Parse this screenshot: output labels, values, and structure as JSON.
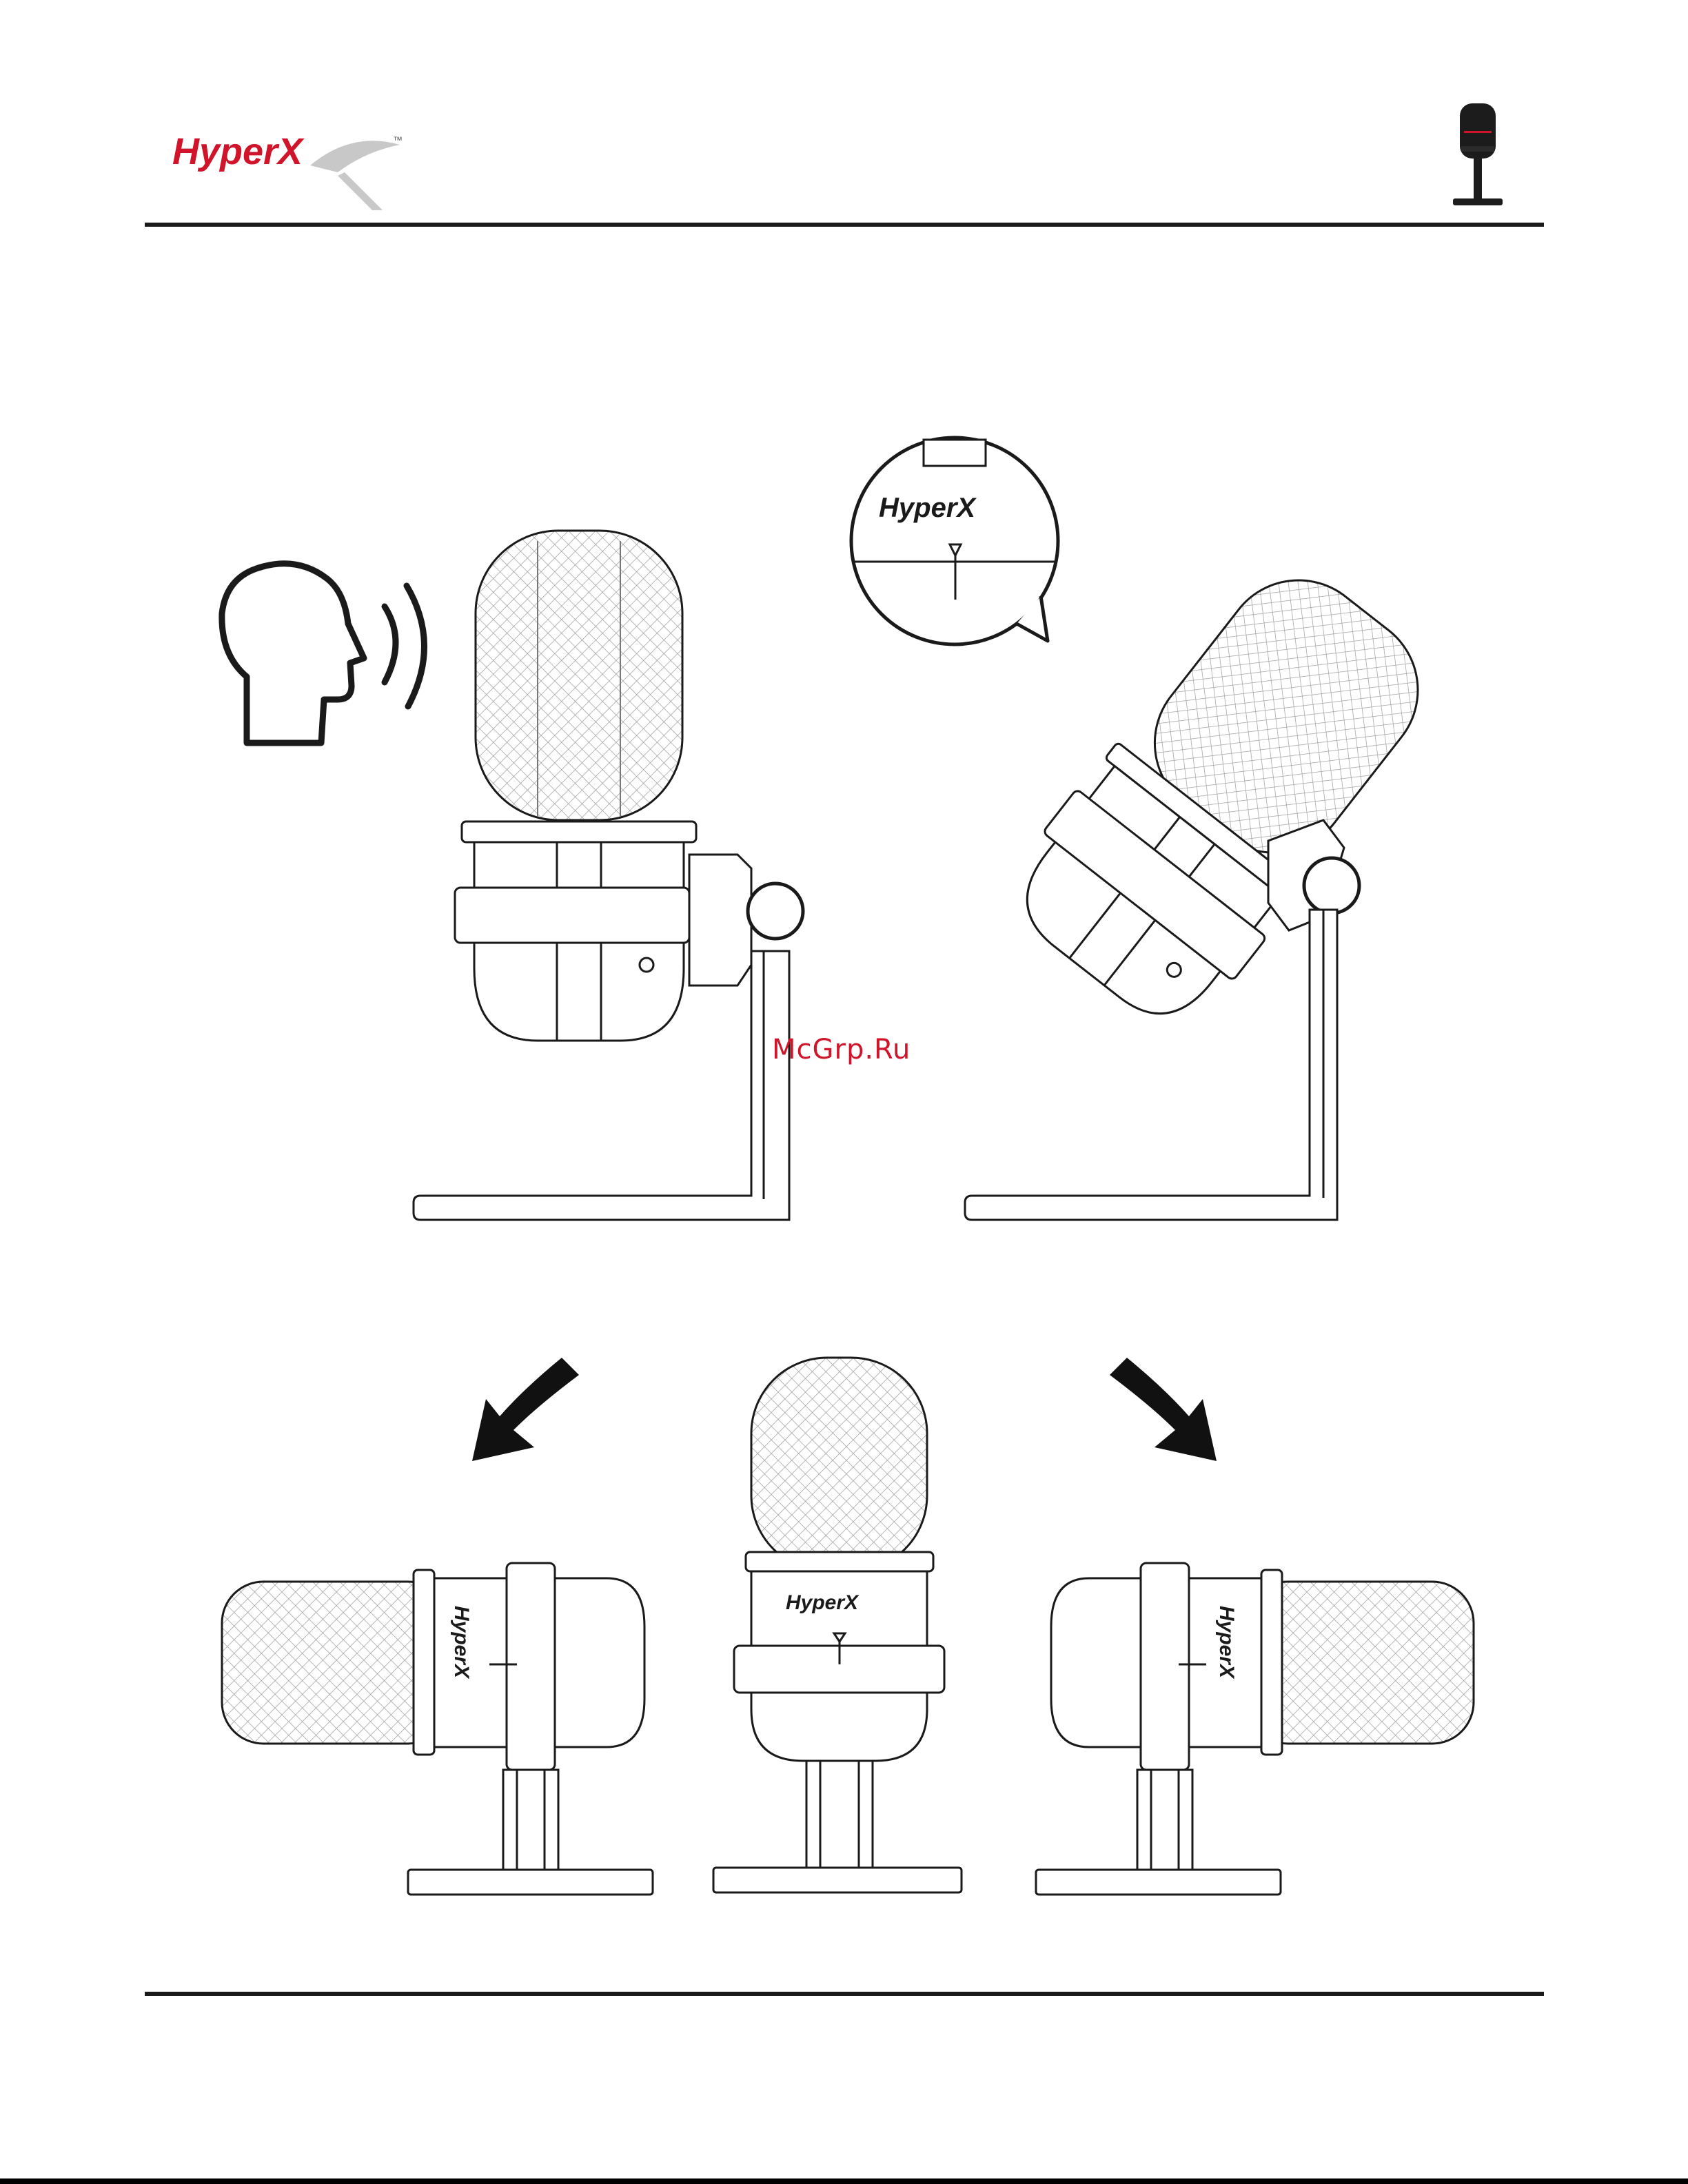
{
  "header": {
    "brand_logo_text": "HyperX",
    "brand_trademark": "™"
  },
  "watermark": "McGrp.Ru",
  "callout_logo_text": "HyperX",
  "product_logo_text": "HyperX",
  "colors": {
    "brand_red": "#d0142a",
    "line": "#1a1a1a",
    "mesh": "#8a8a8a"
  },
  "icons": [
    "speaker-head-icon",
    "sound-waves-icon",
    "rotate-left-arrow-icon",
    "rotate-right-arrow-icon"
  ]
}
